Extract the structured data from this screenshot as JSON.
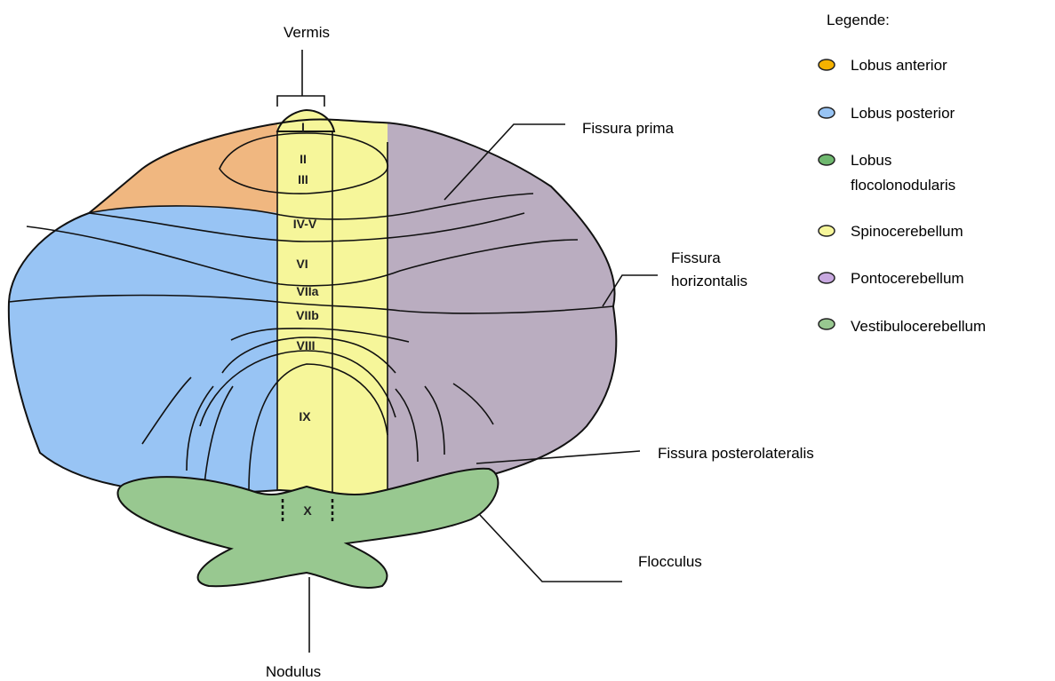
{
  "colors": {
    "anterior": "#F0B780",
    "posterior": "#98C4F4",
    "flocculonodular": "#98C890",
    "spinocerebellum": "#F6F69A",
    "pontocerebellum": "#BAADC0",
    "vestibulocerebellum": "#98C890",
    "outline": "#111111"
  },
  "labels": {
    "vermis": "Vermis",
    "fissura_prima": "Fissura prima",
    "fissura_horizontalis_1": "Fissura",
    "fissura_horizontalis_2": "horizontalis",
    "fissura_posterolateralis": "Fissura posterolateralis",
    "flocculus": "Flocculus",
    "nodulus": "Nodulus"
  },
  "lobules": {
    "i": "I",
    "ii": "II",
    "iii": "III",
    "iv_v": "IV-V",
    "vi": "VI",
    "viia": "VIIa",
    "viib": "VIIb",
    "viii": "VIII",
    "ix": "IX",
    "x": "X"
  },
  "legend": {
    "title": "Legende:",
    "items": [
      {
        "label": "Lobus anterior",
        "color": "#F5B200"
      },
      {
        "label": "Lobus posterior",
        "color": "#98C4F4"
      },
      {
        "label_1": "Lobus",
        "label_2": "flocolonodularis",
        "color": "#6FB86F"
      },
      {
        "label": "Spinocerebellum",
        "color": "#F6F69A"
      },
      {
        "label": "Pontocerebellum",
        "color": "#C8A8E0"
      },
      {
        "label": "Vestibulocerebellum",
        "color": "#98C890"
      }
    ]
  }
}
